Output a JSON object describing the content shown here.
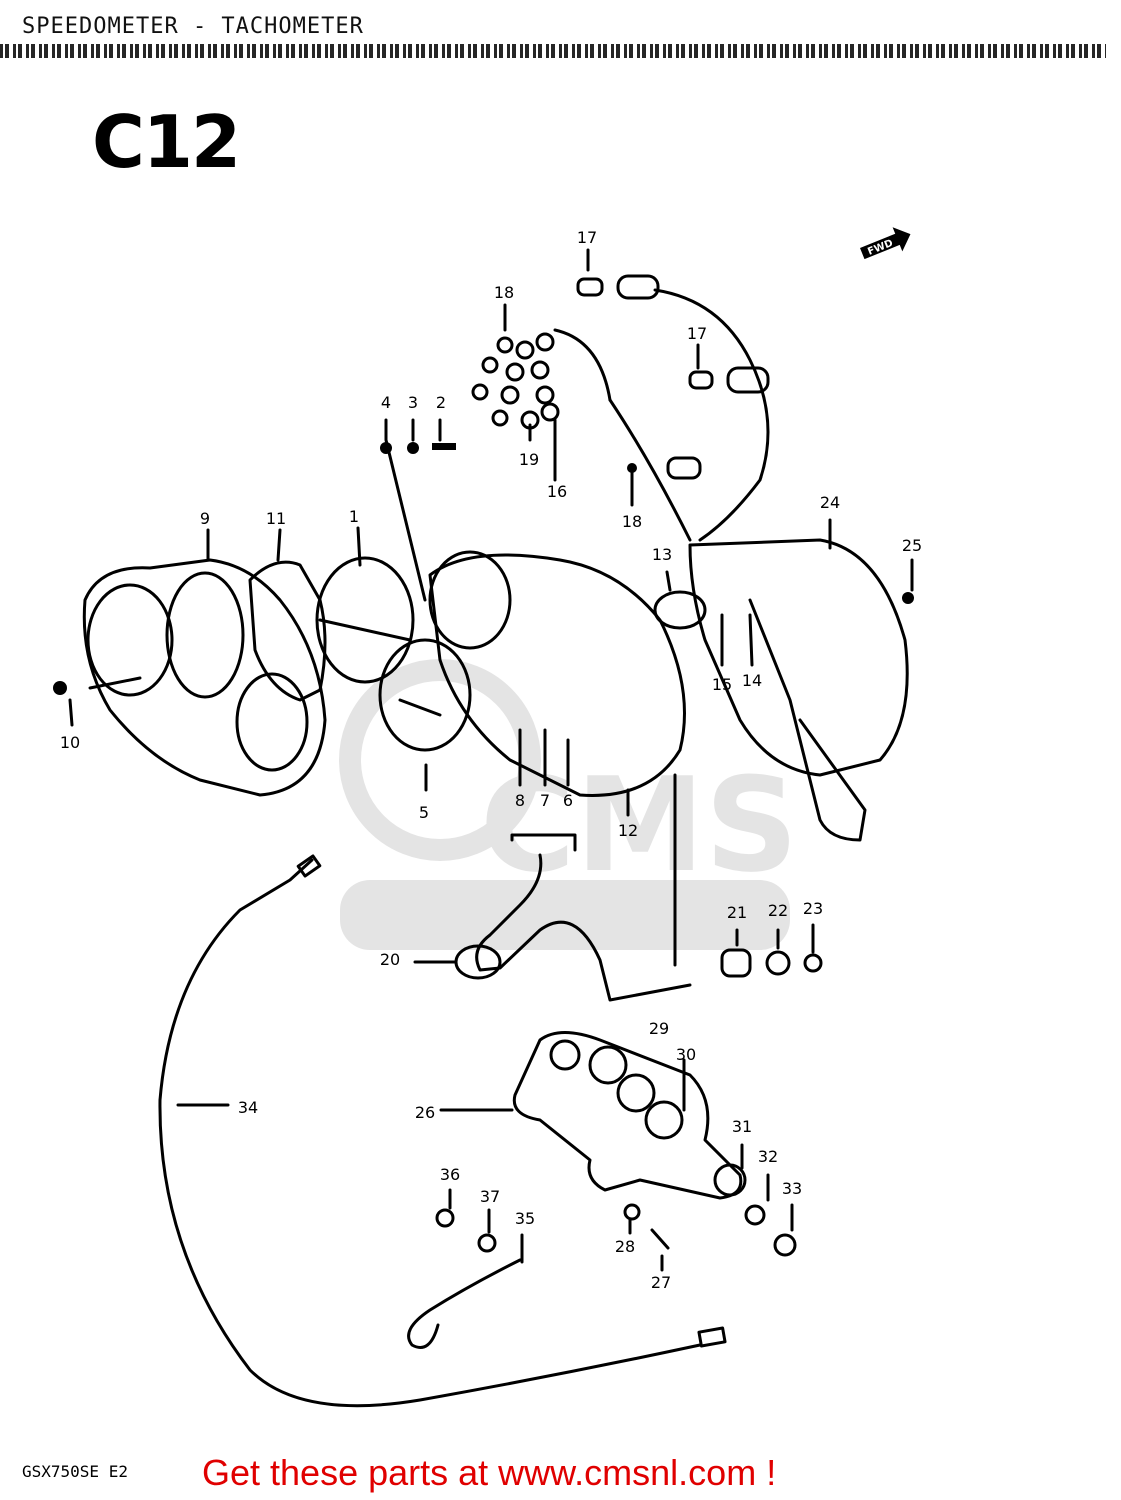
{
  "header": {
    "title": "SPEEDOMETER - TACHOMETER"
  },
  "diagram_code": "C12",
  "direction_marker": "FWD",
  "part_labels": [
    "1",
    "2",
    "3",
    "4",
    "5",
    "6",
    "7",
    "8",
    "9",
    "10",
    "11",
    "12",
    "13",
    "14",
    "15",
    "16",
    "17",
    "17",
    "18",
    "18",
    "19",
    "20",
    "21",
    "22",
    "23",
    "24",
    "25",
    "26",
    "27",
    "28",
    "29",
    "30",
    "31",
    "32",
    "33",
    "34",
    "35",
    "36",
    "37"
  ],
  "footer": {
    "model": "GSX750SE E2",
    "cta": "Get these parts at www.cmsnl.com !"
  },
  "colors": {
    "cta": "#e00000",
    "line": "#000000"
  }
}
